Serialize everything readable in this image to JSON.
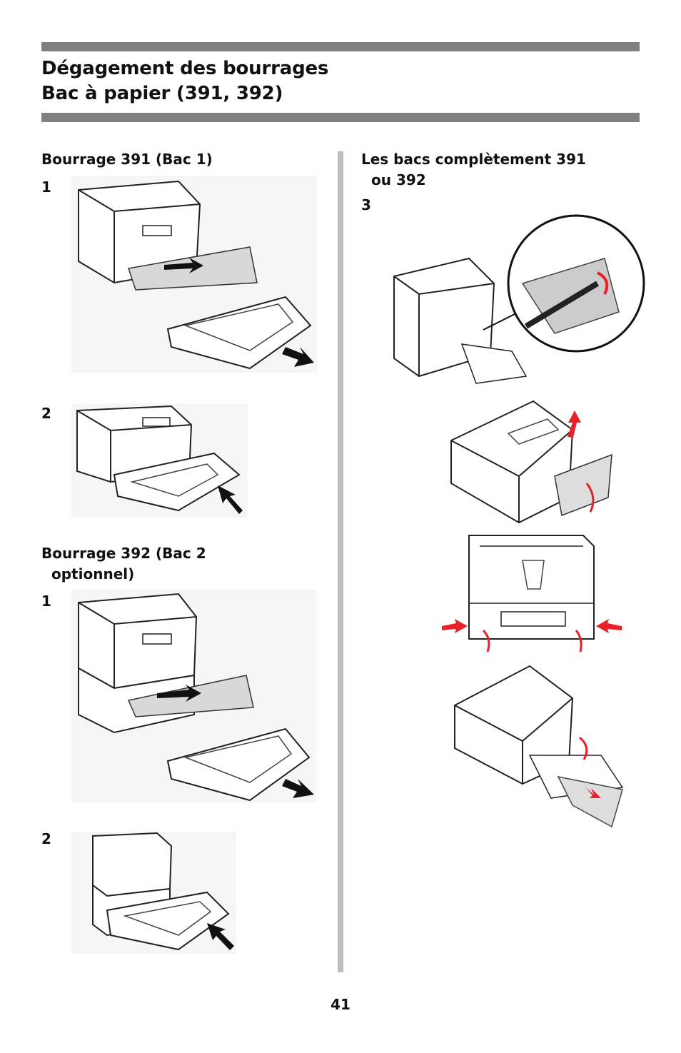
{
  "header": {
    "title_line1": "Dégagement des bourrages",
    "title_line2": "Bac à papier (391, 392)"
  },
  "left": {
    "section1": {
      "heading": "Bourrage 391 (Bac 1)",
      "steps": [
        "1",
        "2"
      ]
    },
    "section2": {
      "heading_line1": "Bourrage 392 (Bac 2",
      "heading_line2": "optionnel)",
      "steps": [
        "1",
        "2"
      ]
    }
  },
  "right": {
    "heading_line1": "Les bacs complètement 391",
    "heading_line2": "ou 392",
    "step": "3"
  },
  "colors": {
    "rule": "#808080",
    "divider": "#bdbdbd",
    "arrow_black": "#111111",
    "arrow_red": "#e8202a"
  },
  "footer": {
    "page_number": "41"
  }
}
